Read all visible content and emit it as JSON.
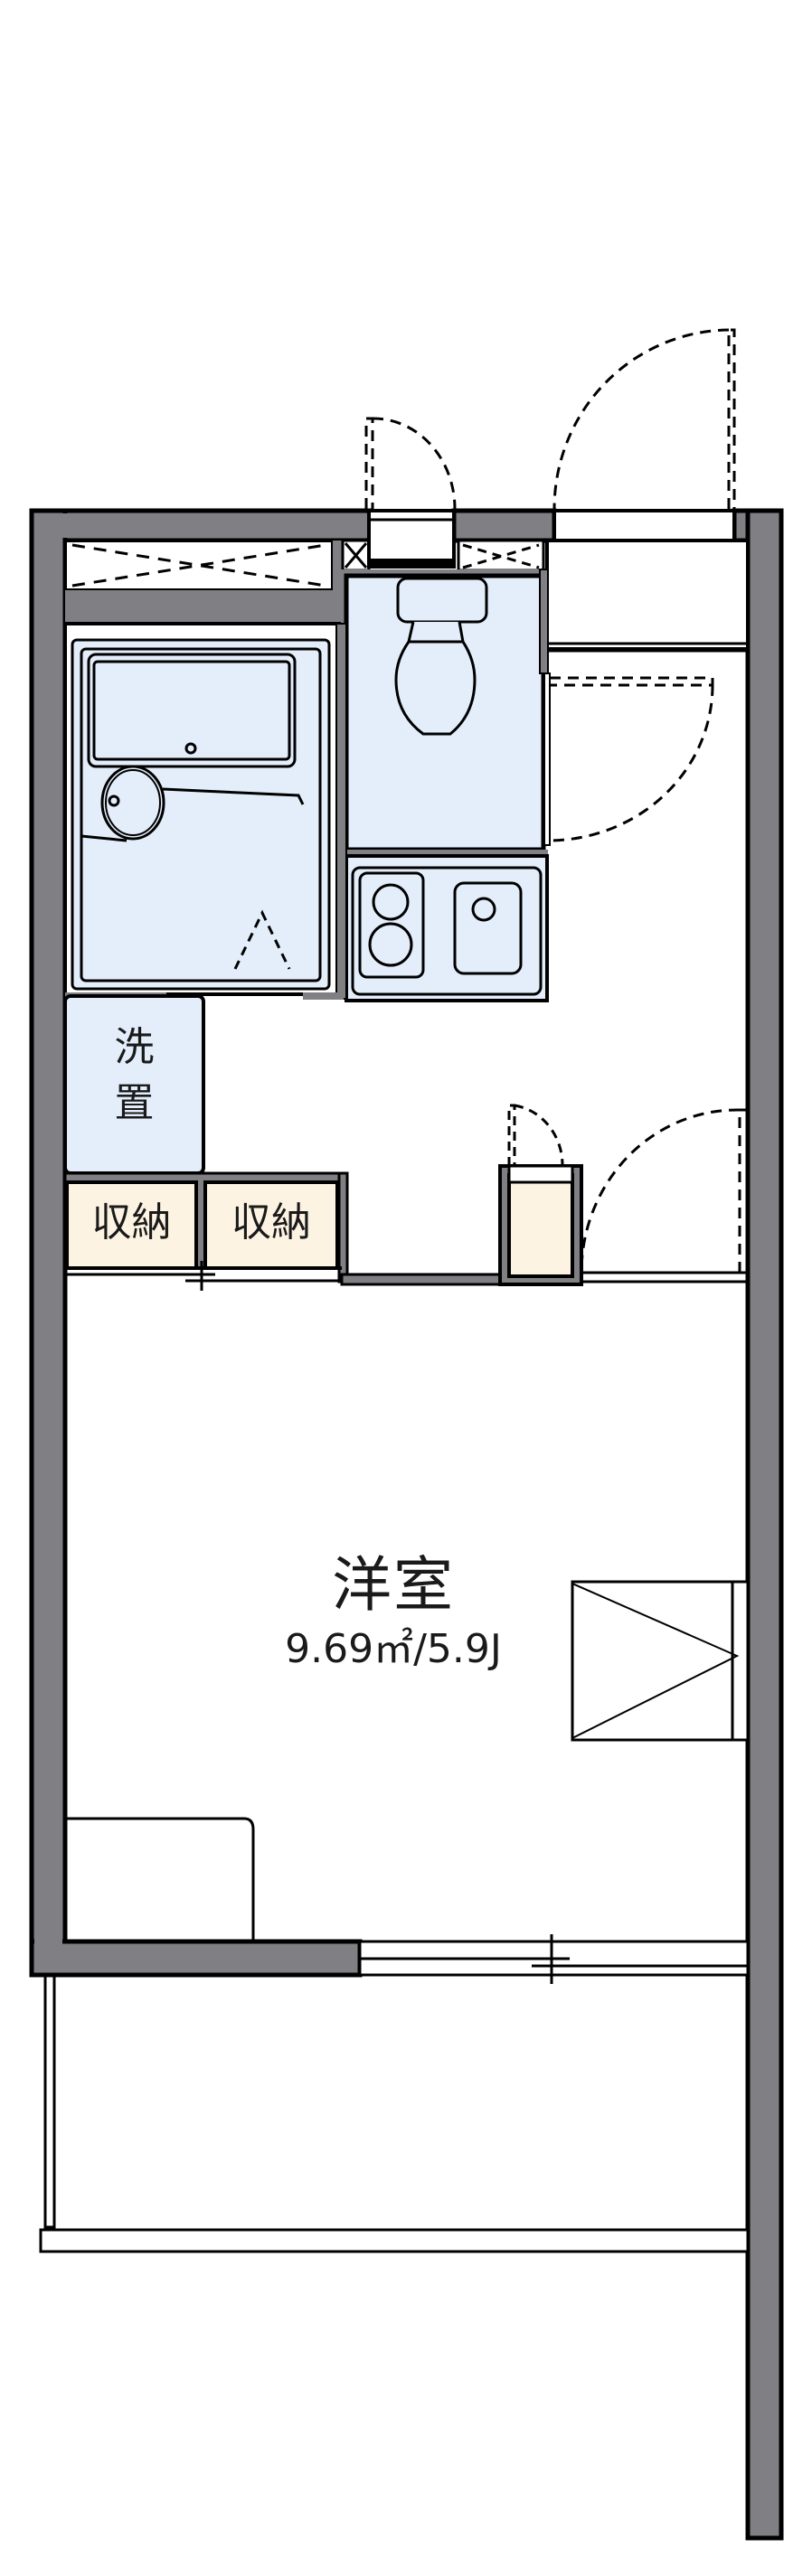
{
  "floor_plan": {
    "rooms": [
      {
        "id": "western-room",
        "name": "洋室",
        "area": "9.69㎡/5.9J"
      },
      {
        "id": "laundry",
        "name_line1": "洗",
        "name_line2": "置"
      },
      {
        "id": "storage-1",
        "name": "収納"
      },
      {
        "id": "storage-2",
        "name": "収納"
      }
    ],
    "colors": {
      "wall": "#808084",
      "wet_area": "#e4eefb",
      "storage": "#fdf3e3",
      "line": "#000000",
      "background": "#ffffff"
    }
  }
}
